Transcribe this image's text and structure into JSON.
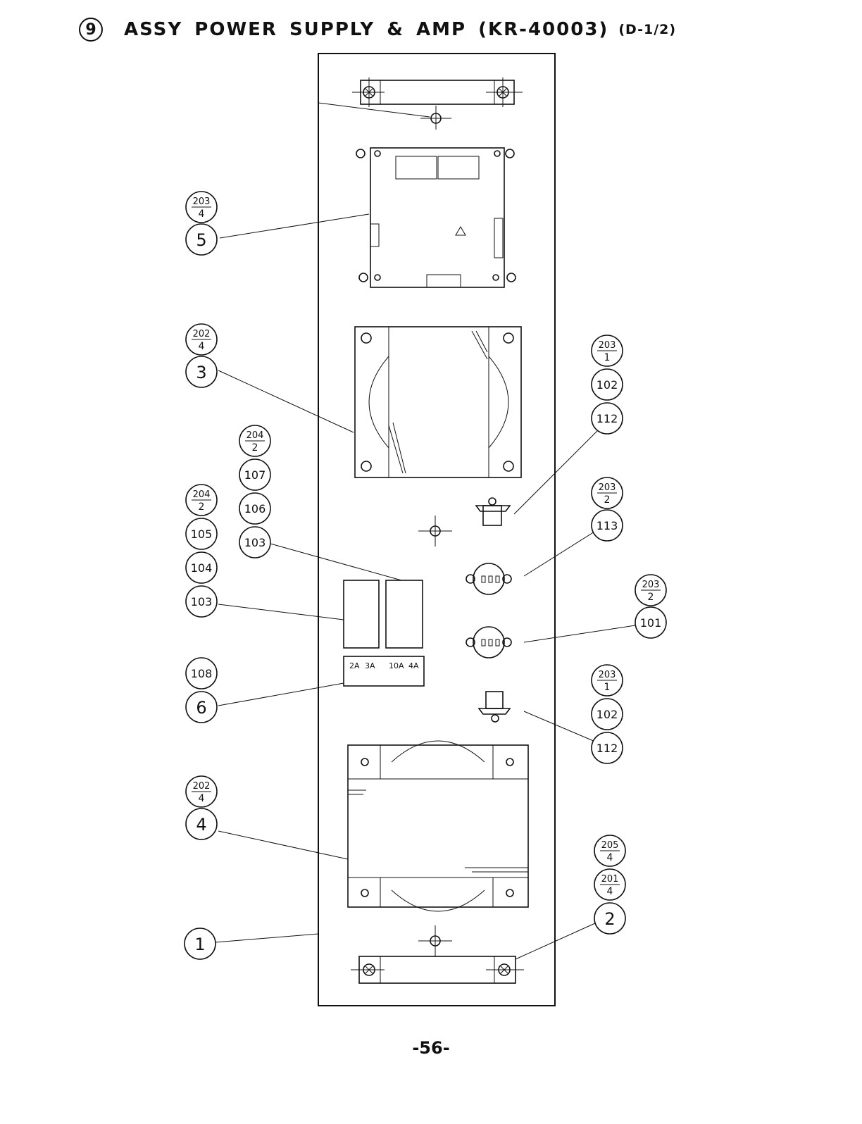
{
  "header": {
    "section_number": "9",
    "title": "ASSY POWER SUPPLY & AMP (KR-40003)",
    "subtitle": "(D-1/2)"
  },
  "page_number": "-56-",
  "relay_labels": {
    "top": "4A 10A",
    "mid": "3A",
    "bottom": "2A"
  },
  "callouts": {
    "c5": {
      "item": "5",
      "ref_top": "203",
      "ref_bottom": "4"
    },
    "c3": {
      "item": "3",
      "ref_top": "202",
      "ref_bottom": "4"
    },
    "c103a": {
      "item": "103",
      "ref_top": "204",
      "ref_bottom": "2",
      "extra": [
        "107",
        "106"
      ]
    },
    "c103b": {
      "item": "103",
      "ref_top": "204",
      "ref_bottom": "2",
      "extra": [
        "105",
        "104"
      ]
    },
    "c6": {
      "item": "6",
      "extra": [
        "108"
      ]
    },
    "c4": {
      "item": "4",
      "ref_top": "202",
      "ref_bottom": "4"
    },
    "c1": {
      "item": "1"
    },
    "c112a": {
      "item": "112",
      "ref_top": "203",
      "ref_bottom": "1",
      "extra": [
        "102"
      ]
    },
    "c113": {
      "item": "113",
      "ref_top": "203",
      "ref_bottom": "2"
    },
    "c101": {
      "item": "101",
      "ref_top": "203",
      "ref_bottom": "2"
    },
    "c112b": {
      "item": "112",
      "ref_top": "203",
      "ref_bottom": "1",
      "extra": [
        "102"
      ]
    },
    "c2": {
      "item": "2",
      "ref_top": "205",
      "ref_bottom": "4",
      "ref2_top": "201",
      "ref2_bottom": "4"
    }
  }
}
